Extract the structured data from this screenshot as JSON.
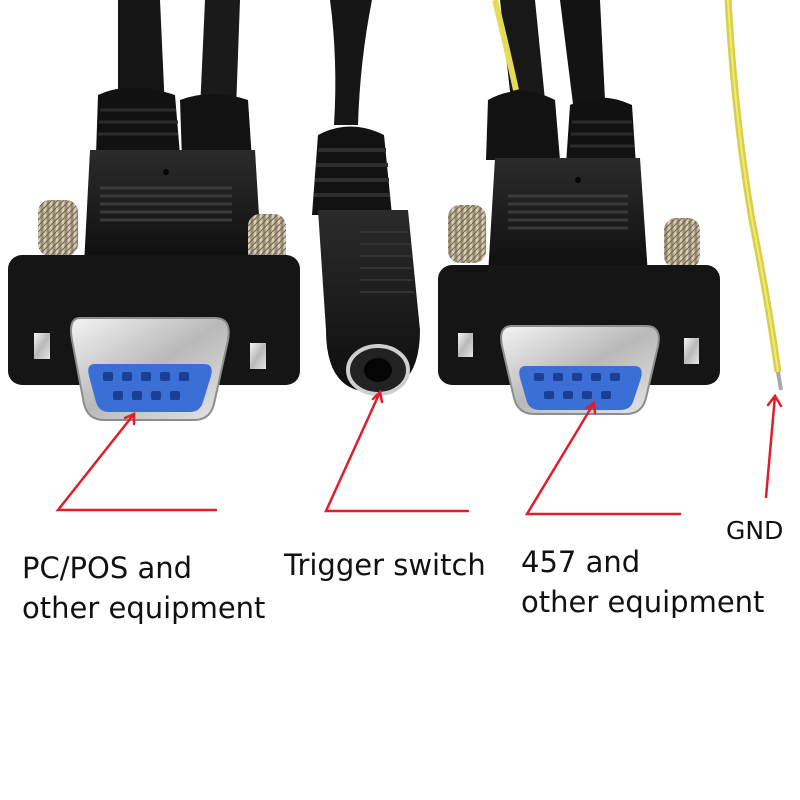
{
  "labels": {
    "pc_pos": {
      "line1": "PC/POS and",
      "line2": "other equipment"
    },
    "trigger": {
      "line1": "Trigger switch"
    },
    "device_457": {
      "line1": "457 and",
      "line2": "other equipment"
    },
    "gnd": {
      "line1": "GND"
    }
  },
  "colors": {
    "annotation": "#e01e2a",
    "text": "#111111",
    "cable": "#141414",
    "db9_insert": "#3b6fd6",
    "ground_wire": "#e3dc55"
  }
}
